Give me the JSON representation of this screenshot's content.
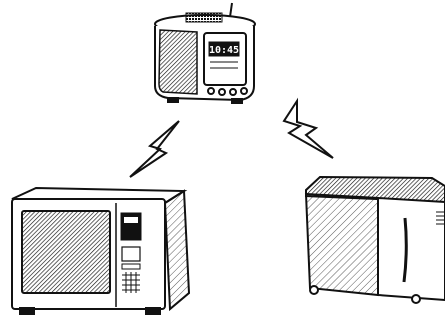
{
  "figure": {
    "devices": [
      {
        "id": "clock-radio",
        "icon": "clock-radio-icon"
      },
      {
        "id": "microwave",
        "icon": "microwave-icon"
      },
      {
        "id": "bread-maker",
        "icon": "bread-maker-icon"
      }
    ],
    "clock_display": "10:45",
    "links": [
      {
        "from": "clock-radio",
        "to": "microwave",
        "icon": "lightning-icon"
      },
      {
        "from": "clock-radio",
        "to": "bread-maker",
        "icon": "lightning-icon"
      }
    ],
    "colors": {
      "ink": "#111111",
      "paper": "#ffffff"
    }
  }
}
